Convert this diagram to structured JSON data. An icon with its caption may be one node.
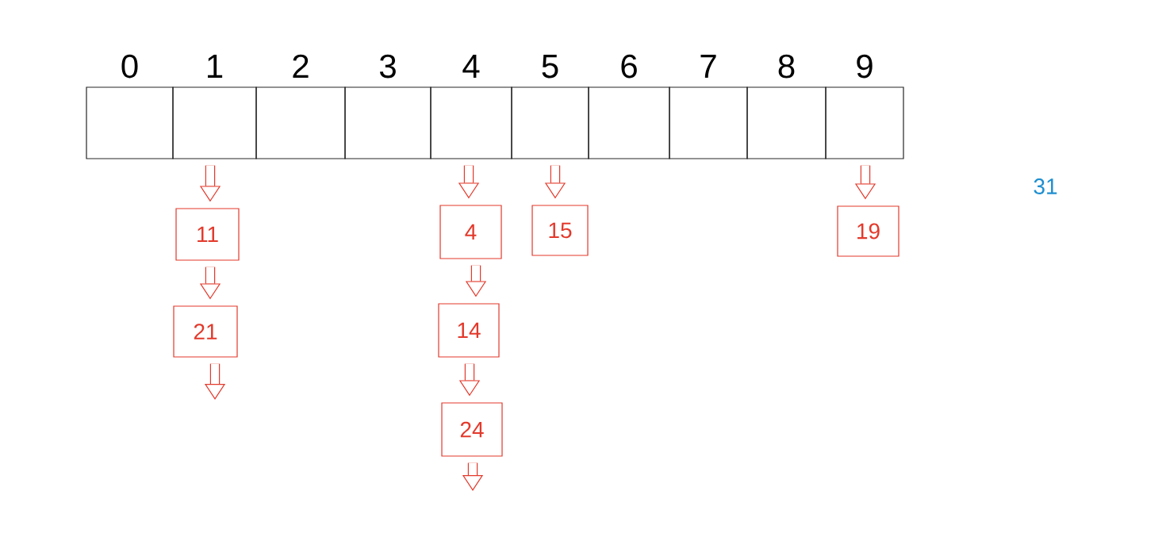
{
  "diagram": {
    "nodes": [
      {
        "text": [
          "0"
        ]
      },
      {
        "text": [
          "1"
        ]
      },
      {
        "text": [
          "2"
        ]
      },
      {
        "text": [
          "3"
        ]
      },
      {
        "text": [
          "4"
        ]
      },
      {
        "text": [
          "5"
        ]
      },
      {
        "text": [
          "6"
        ]
      },
      {
        "text": [
          "7"
        ]
      },
      {
        "text": [
          "8"
        ]
      },
      {
        "text": [
          "9"
        ]
      },
      {
        "text": [
          "11"
        ]
      },
      {
        "text": [
          "21"
        ]
      },
      {
        "text": [
          "4"
        ]
      },
      {
        "text": [
          "14"
        ]
      },
      {
        "text": [
          "24"
        ]
      },
      {
        "text": [
          "15"
        ]
      },
      {
        "text": [
          "19"
        ]
      }
    ],
    "edges": [
      {
        "from": 1,
        "to": 10,
        "arrow": "to"
      },
      {
        "from": 10,
        "to": 11,
        "arrow": "to"
      },
      {
        "from": 11,
        "to": null,
        "arrow": "to"
      },
      {
        "from": 4,
        "to": 12,
        "arrow": "to"
      },
      {
        "from": 12,
        "to": 13,
        "arrow": "to"
      },
      {
        "from": 13,
        "to": 14,
        "arrow": "to"
      },
      {
        "from": 14,
        "to": null,
        "arrow": "to"
      },
      {
        "from": 5,
        "to": 15,
        "arrow": "to"
      },
      {
        "from": 9,
        "to": 16,
        "arrow": "to"
      }
    ],
    "labels": [
      "31"
    ]
  }
}
